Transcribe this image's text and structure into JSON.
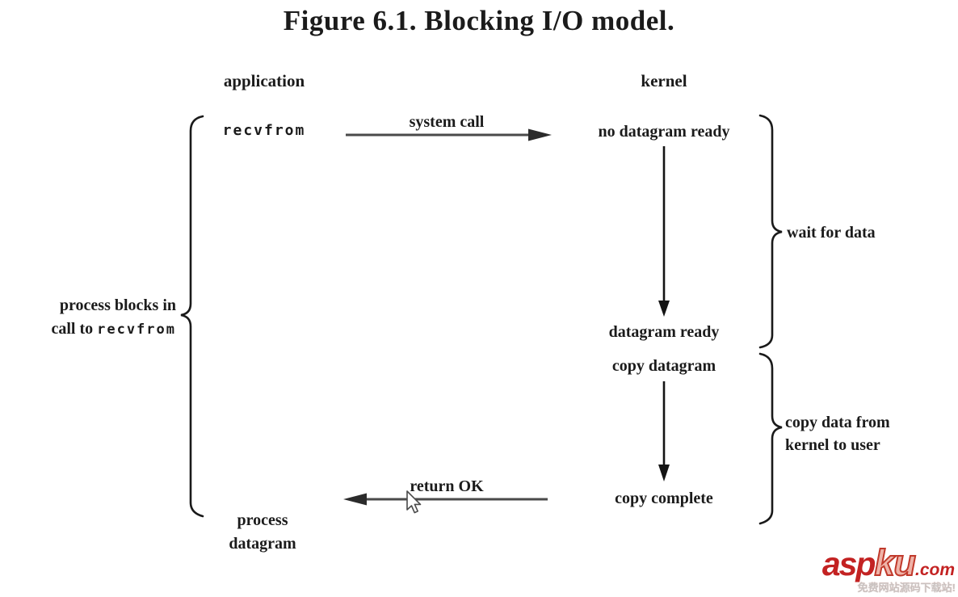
{
  "figure": {
    "title": "Figure 6.1. Blocking I/O model.",
    "column_left": "application",
    "column_right": "kernel"
  },
  "application": {
    "call": "recvfrom",
    "final_line1": "process",
    "final_line2": "datagram"
  },
  "kernel": {
    "state_initial": "no datagram ready",
    "state_ready": "datagram ready",
    "state_copy": "copy datagram",
    "state_complete": "copy complete"
  },
  "arrows": {
    "to_kernel": "system call",
    "to_application": "return OK"
  },
  "annotations": {
    "left_line1": "process blocks in",
    "left_line2_text": "call to ",
    "left_line2_code": "recvfrom",
    "wait": "wait for data",
    "copy_line1": "copy data from",
    "copy_line2": "kernel to user"
  },
  "watermark": {
    "brand_a": "asp",
    "brand_b": "ku",
    "brand_c": ".com",
    "tagline": "免费网站源码下载站!",
    "brand_color": "#c32222"
  }
}
